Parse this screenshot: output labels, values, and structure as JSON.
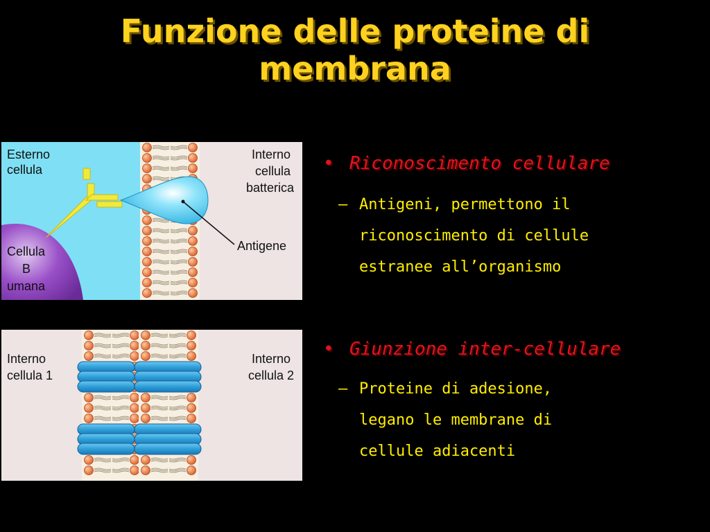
{
  "title": {
    "line1": "Funzione delle proteine di",
    "line2": "membrana"
  },
  "colors": {
    "background": "#000000",
    "title": "#FFD21F",
    "bullet_heading": "#E0141C",
    "bullet_text": "#FFEE00",
    "panel_cyan": "#7fe0f5",
    "panel_grey": "#ede4e3",
    "membrane_head": "#e0703a",
    "antibody": "#f0ea3a",
    "antigen": "#45c8ee",
    "b_cell": "#8a3cb8",
    "junction_protein": "#2f9fd8"
  },
  "diagram_top": {
    "label_outside": [
      "Esterno",
      "cellula"
    ],
    "label_bacterial": [
      "Interno",
      "cellula",
      "batterica"
    ],
    "label_antigen": "Antigene",
    "label_bcell": [
      "Cellula",
      "B",
      "umana"
    ],
    "icons": [
      "antibody-icon",
      "antigen-icon",
      "membrane-bilayer-icon",
      "b-cell-icon"
    ]
  },
  "diagram_bottom": {
    "label_cell1": [
      "Interno",
      "cellula 1"
    ],
    "label_cell2": [
      "Interno",
      "cellula 2"
    ],
    "icons": [
      "membrane-bilayer-icon",
      "adhesion-protein-icon"
    ]
  },
  "bullets": [
    {
      "heading": "Riconoscimento cellulare",
      "dash": "–",
      "lines": [
        "Antigeni, permettono il",
        "riconoscimento di cellule",
        "estranee all’organismo"
      ]
    },
    {
      "heading": "Giunzione inter-cellulare",
      "dash": "–",
      "lines": [
        "Proteine di adesione,",
        "legano le membrane di",
        "cellule adiacenti"
      ]
    }
  ],
  "bullet_symbol": "•"
}
